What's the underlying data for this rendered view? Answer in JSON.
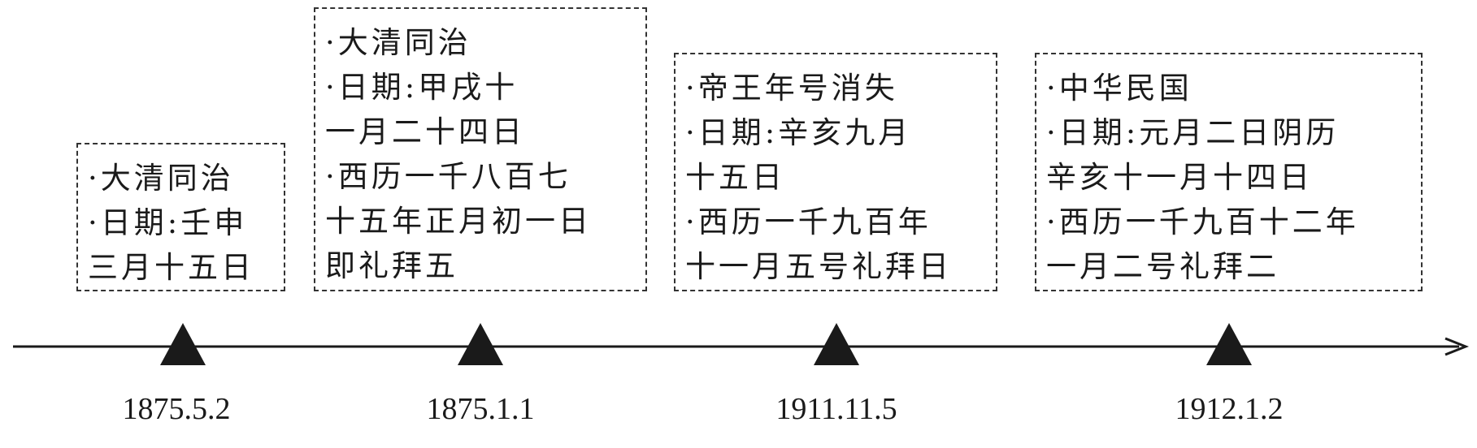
{
  "events": [
    {
      "date": "1875.5.2",
      "lines": [
        "·大清同治",
        "·日期:壬申",
        "三月十五日"
      ]
    },
    {
      "date": "1875.1.1",
      "lines": [
        "·大清同治",
        "·日期:甲戌十",
        "一月二十四日",
        "·西历一千八百七",
        "十五年正月初一日",
        "即礼拜五"
      ]
    },
    {
      "date": "1911.11.5",
      "lines": [
        "·帝王年号消失",
        "·日期:辛亥九月",
        "十五日",
        "·西历一千九百年",
        "十一月五号礼拜日"
      ]
    },
    {
      "date": "1912.1.2",
      "lines": [
        "·中华民国",
        "·日期:元月二日阴历",
        "辛亥十一月十四日",
        "·西历一千九百十二年",
        "一月二号礼拜二"
      ]
    }
  ]
}
